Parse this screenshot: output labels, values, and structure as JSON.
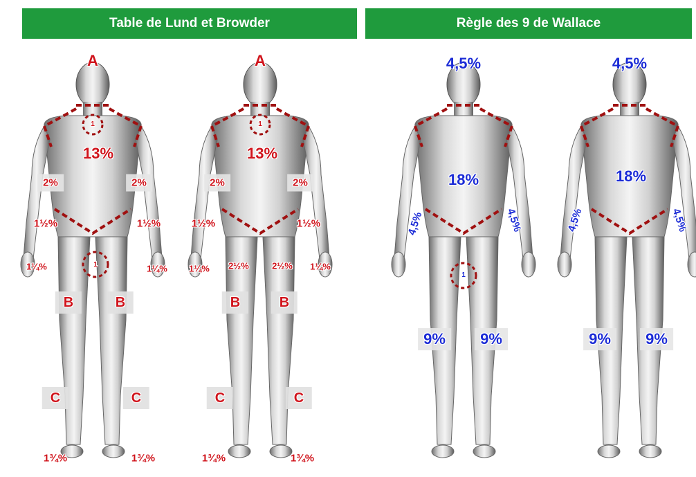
{
  "headers": {
    "left": "Table de Lund et Browder",
    "right": "Règle des 9 de Wallace"
  },
  "lund_browder": {
    "head": "A",
    "neck": "1",
    "trunk": "13%",
    "upper_arm": "2%",
    "forearm": "1½%",
    "hand": "1¼%",
    "genitals": "1",
    "buttock": "2½%",
    "thigh": "B",
    "leg": "C",
    "foot": "1¾%"
  },
  "wallace": {
    "head": "4,5%",
    "trunk": "18%",
    "arm": "4,5%",
    "genitals": "1",
    "leg": "9%"
  },
  "colors": {
    "header_bg": "#1f9b3d",
    "lund_labels": "#d0141c",
    "wallace_labels": "#1b2bd6",
    "dash_lines": "#a01010"
  }
}
